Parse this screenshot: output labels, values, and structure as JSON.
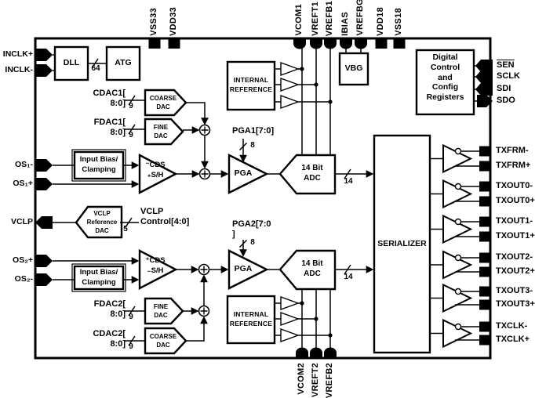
{
  "pins": {
    "top": [
      {
        "label": "VSS33"
      },
      {
        "label": "VDD33"
      },
      {
        "label": "VCOM1"
      },
      {
        "label": "VREFT1"
      },
      {
        "label": "VREFB1"
      },
      {
        "label": "IBIAS"
      },
      {
        "label": "VREFBG"
      },
      {
        "label": "VDD18"
      },
      {
        "label": "VSS18"
      }
    ],
    "bottom": [
      {
        "label": "VCOM2"
      },
      {
        "label": "VREFT2"
      },
      {
        "label": "VREFB2"
      }
    ],
    "left": [
      {
        "label": "INCLK+"
      },
      {
        "label": "INCLK-"
      },
      {
        "label": "OS₁-"
      },
      {
        "label": "OS₁+"
      },
      {
        "label": "VCLP"
      },
      {
        "label": "OS₂+"
      },
      {
        "label": "OS₂-"
      }
    ],
    "right_serial": [
      {
        "label": "SEN"
      },
      {
        "label": "SCLK"
      },
      {
        "label": "SDI"
      },
      {
        "label": "SDO"
      }
    ],
    "right_tx": [
      {
        "label": "TXFRM-"
      },
      {
        "label": "TXFRM+"
      },
      {
        "label": "TXOUT0-"
      },
      {
        "label": "TXOUT0+"
      },
      {
        "label": "TXOUT1-"
      },
      {
        "label": "TXOUT1+"
      },
      {
        "label": "TXOUT2-"
      },
      {
        "label": "TXOUT2+"
      },
      {
        "label": "TXOUT3-"
      },
      {
        "label": "TXOUT3+"
      },
      {
        "label": "TXCLK-"
      },
      {
        "label": "TXCLK+"
      }
    ]
  },
  "blocks": {
    "dll": "DLL",
    "atg": "ATG",
    "vbg": "VBG",
    "digital": "Digital\nControl\nand\nConfig\nRegisters",
    "internal_reference": "INTERNAL\nREFERENCE",
    "input_bias": "Input Bias/\nClamping",
    "serializer": "SERIALIZER",
    "coarse_dac": "COARSE\nDAC",
    "fine_dac": "FINE\nDAC",
    "vclp_dac": "VCLP\nReference\nDAC",
    "cds1": "⁻CDS\n₊S/H",
    "cds2": "⁺CDS\n₋S/H",
    "pga": "PGA",
    "adc": "14 Bit\nADC"
  },
  "signals": {
    "cdac1": "CDAC1[\n8:0]",
    "fdac1": "FDAC1[\n8:0]",
    "fdac2": "FDAC2[\n8:0]",
    "cdac2": "CDAC2[\n8:0]",
    "pga1_ctl": "PGA1[7:0]",
    "pga2_ctl": "PGA2[7:0\n]",
    "vclp_ctl": "VCLP\nControl[4:0]"
  },
  "bus_widths": {
    "dll_atg": "64",
    "cdac1": "9",
    "fdac1": "9",
    "fdac2": "9",
    "cdac2": "9",
    "pga1": "8",
    "pga2": "8",
    "vclp": "5",
    "adc1": "14",
    "adc2": "14"
  },
  "colors": {
    "ink": "#000000",
    "background": "#ffffff"
  }
}
